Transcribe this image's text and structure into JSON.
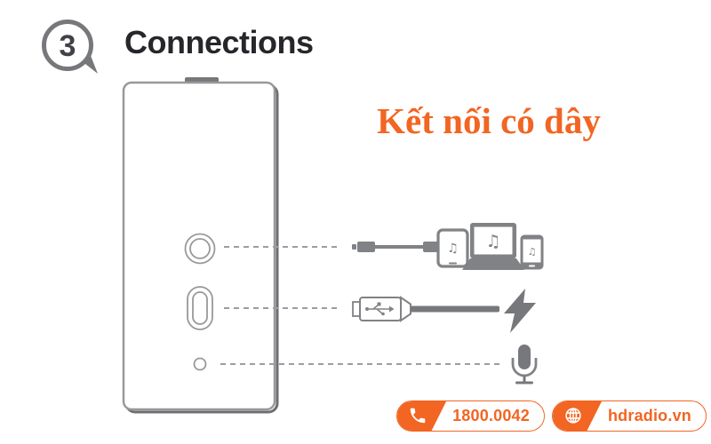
{
  "header": {
    "step_number": "3",
    "title": "Connections"
  },
  "subtitle": "Kết nối có dây",
  "glyphs": {
    "music_note": "♫"
  },
  "icons": {
    "step_bubble": "speech-bubble-with-number",
    "aux_cable": "3.5mm-audio-cable",
    "usb_cable": "usb-charging-cable",
    "charging_bolt": "lightning-bolt",
    "microphone": "microphone",
    "phone_badge_icon": "phone-handset",
    "web_badge_icon": "globe"
  },
  "diagram": {
    "device": "portable-speaker-side-panel",
    "ports": [
      "aux-input-port",
      "micro-usb-port",
      "microphone-hole"
    ],
    "rows": [
      {
        "from": "aux-input-port",
        "via": "aux-cable-icon",
        "to": [
          "tablet-music-icon",
          "laptop-music-icon",
          "phone-music-icon"
        ]
      },
      {
        "from": "micro-usb-port",
        "via": "usb-cable-icon",
        "to": [
          "charging-bolt-icon"
        ]
      },
      {
        "from": "microphone-hole",
        "to": [
          "microphone-icon"
        ]
      }
    ]
  },
  "footer": {
    "phone": "1800.0042",
    "website": "hdradio.vn"
  },
  "colors": {
    "accent_orange": "#F26522",
    "icon_gray": "#808285",
    "icon_dark": "#77787B",
    "outline_gray": "#97999B",
    "shadow_gray": "#6D6E71",
    "dash_gray": "#9B9DA0",
    "title_dark": "#28262B",
    "step_number": "#414147"
  }
}
